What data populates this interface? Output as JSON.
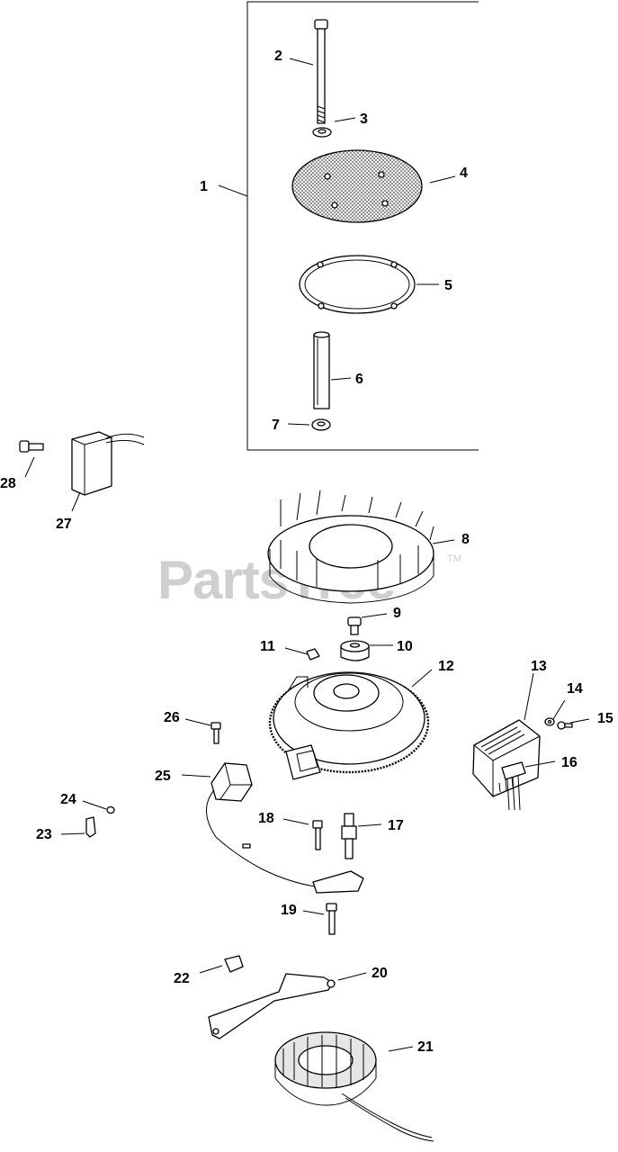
{
  "watermark": {
    "text": "PartsTree",
    "trademark": "TM"
  },
  "callouts": [
    {
      "num": "1",
      "name": "callout-1"
    },
    {
      "num": "2",
      "name": "callout-2"
    },
    {
      "num": "3",
      "name": "callout-3"
    },
    {
      "num": "4",
      "name": "callout-4"
    },
    {
      "num": "5",
      "name": "callout-5"
    },
    {
      "num": "6",
      "name": "callout-6"
    },
    {
      "num": "7",
      "name": "callout-7"
    },
    {
      "num": "8",
      "name": "callout-8"
    },
    {
      "num": "9",
      "name": "callout-9"
    },
    {
      "num": "10",
      "name": "callout-10"
    },
    {
      "num": "11",
      "name": "callout-11"
    },
    {
      "num": "12",
      "name": "callout-12"
    },
    {
      "num": "13",
      "name": "callout-13"
    },
    {
      "num": "14",
      "name": "callout-14"
    },
    {
      "num": "15",
      "name": "callout-15"
    },
    {
      "num": "16",
      "name": "callout-16"
    },
    {
      "num": "17",
      "name": "callout-17"
    },
    {
      "num": "18",
      "name": "callout-18"
    },
    {
      "num": "19",
      "name": "callout-19"
    },
    {
      "num": "20",
      "name": "callout-20"
    },
    {
      "num": "21",
      "name": "callout-21"
    },
    {
      "num": "22",
      "name": "callout-22"
    },
    {
      "num": "23",
      "name": "callout-23"
    },
    {
      "num": "24",
      "name": "callout-24"
    },
    {
      "num": "25",
      "name": "callout-25"
    },
    {
      "num": "26",
      "name": "callout-26"
    },
    {
      "num": "27",
      "name": "callout-27"
    },
    {
      "num": "28",
      "name": "callout-28"
    }
  ]
}
